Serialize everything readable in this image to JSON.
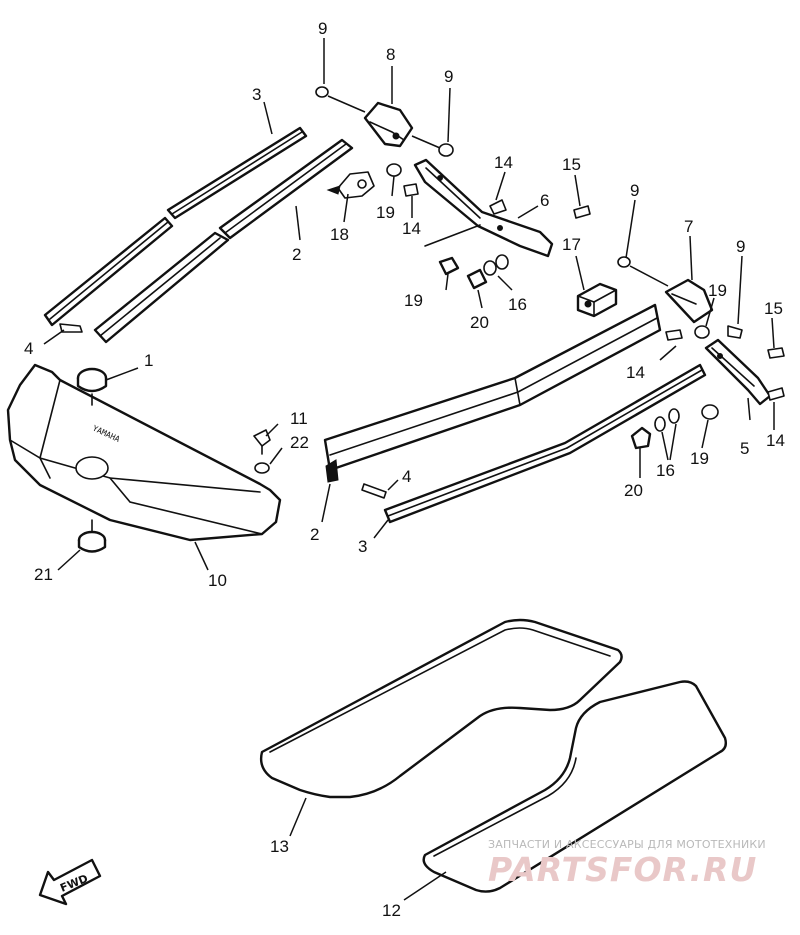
{
  "callouts": {
    "c1": "1",
    "c2a": "2",
    "c2b": "2",
    "c3a": "3",
    "c3b": "3",
    "c4a": "4",
    "c4b": "4",
    "c5": "5",
    "c6": "6",
    "c7": "7",
    "c8": "8",
    "c9a": "9",
    "c9b": "9",
    "c9c": "9",
    "c9d": "9",
    "c10": "10",
    "c11": "11",
    "c12": "12",
    "c13": "13",
    "c14a": "14",
    "c14b": "14",
    "c14c": "14",
    "c14d": "14",
    "c15a": "15",
    "c15b": "15",
    "c16a": "16",
    "c16b": "16",
    "c17": "17",
    "c18": "18",
    "c19a": "19",
    "c19b": "19",
    "c19c": "19",
    "c19d": "19",
    "c20a": "20",
    "c20b": "20",
    "c21": "21",
    "c22": "22"
  },
  "fwd_label": "FWD",
  "hull_logo_text": "YAMAHA",
  "watermark": {
    "tagline": "ЗАПЧАСТИ И АКСЕССУАРЫ ДЛЯ МОТОТЕХНИКИ",
    "brand": "PARTSFOR.RU",
    "color": "#e9c8c8"
  }
}
